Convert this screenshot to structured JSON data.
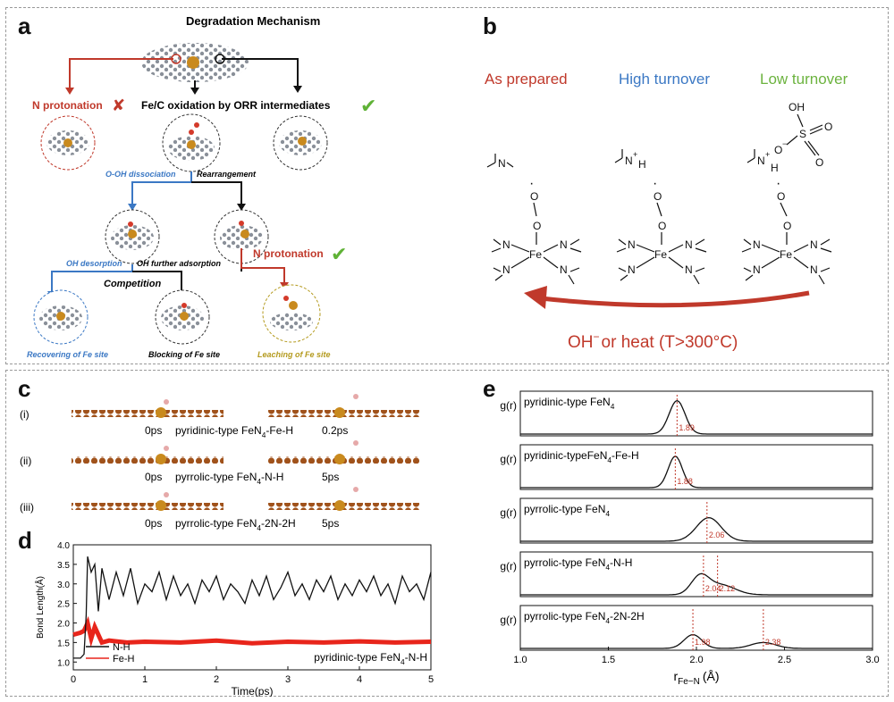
{
  "panels": {
    "a": "a",
    "b": "b",
    "c": "c",
    "d": "d",
    "e": "e"
  },
  "panel_a": {
    "title": "Degradation Mechanism",
    "n_protonation_1": "N protonation",
    "fec_oxidation": "Fe/C oxidation by ORR intermediates",
    "o_oh_dissociation": "O-OH dissociation",
    "rearrangement": "Rearrangement",
    "oh_desorption": "OH desorption",
    "oh_further": "OH further adsorption",
    "n_protonation_2": "N protonation",
    "competition": "Competition",
    "recovering": "Recovering of Fe site",
    "blocking": "Blocking of Fe site",
    "leaching": "Leaching of Fe site"
  },
  "panel_b": {
    "as_prepared": "As prepared",
    "high_turnover": "High turnover",
    "low_turnover": "Low turnover",
    "arrow_label_1": "OH",
    "arrow_label_sup": "−",
    "arrow_label_2": "or heat  (T>300°C)",
    "colors": {
      "red": "#c0392b",
      "blue": "#3b78c4",
      "green": "#6cb33f"
    }
  },
  "panel_c": {
    "rows": [
      {
        "roman": "(i)",
        "t0": "0ps",
        "label": "pyridinic-type FeN",
        "sub": "4",
        "suffix": "-Fe-H",
        "t1": "0.2ps"
      },
      {
        "roman": "(ii)",
        "t0": "0ps",
        "label": "pyrrolic-type FeN",
        "sub": "4",
        "suffix": "-N-H",
        "t1": "5ps"
      },
      {
        "roman": "(iii)",
        "t0": "0ps",
        "label": "pyrrolic-type FeN",
        "sub": "4",
        "suffix": "-2N-2H",
        "t1": "5ps"
      }
    ]
  },
  "chart_data": [
    {
      "type": "line",
      "panel": "d",
      "xlabel": "Time(ps)",
      "ylabel": "Bond Length(Å)",
      "xlim": [
        0,
        5
      ],
      "ylim": [
        0.8,
        4.0
      ],
      "xticks": [
        "0",
        "1",
        "2",
        "3",
        "4",
        "5"
      ],
      "yticks": [
        "1.0",
        "1.5",
        "2.0",
        "2.5",
        "3.0",
        "3.5",
        "4.0"
      ],
      "annotation": {
        "text": "pyridinic-type FeN",
        "sub": "4",
        "suffix": "-N-H"
      },
      "legend_position": "bottom-left",
      "series": [
        {
          "name": "N-H",
          "color": "#111111",
          "x": [
            0,
            0.1,
            0.15,
            0.18,
            0.2,
            0.25,
            0.3,
            0.35,
            0.4,
            0.5,
            0.6,
            0.7,
            0.8,
            0.9,
            1.0,
            1.1,
            1.2,
            1.3,
            1.4,
            1.5,
            1.6,
            1.7,
            1.8,
            1.9,
            2.0,
            2.1,
            2.2,
            2.3,
            2.4,
            2.5,
            2.6,
            2.7,
            2.8,
            2.9,
            3.0,
            3.1,
            3.2,
            3.3,
            3.4,
            3.5,
            3.6,
            3.7,
            3.8,
            3.9,
            4.0,
            4.1,
            4.2,
            4.3,
            4.4,
            4.5,
            4.6,
            4.7,
            4.8,
            4.9,
            5.0
          ],
          "values": [
            1.1,
            1.1,
            1.2,
            2.2,
            3.7,
            3.3,
            3.5,
            2.3,
            3.4,
            2.6,
            3.3,
            2.7,
            3.4,
            2.5,
            3.0,
            2.8,
            3.3,
            2.6,
            3.2,
            2.7,
            3.0,
            2.5,
            3.1,
            2.8,
            3.2,
            2.6,
            3.0,
            2.8,
            2.5,
            3.1,
            2.7,
            3.2,
            2.6,
            2.9,
            3.3,
            2.7,
            3.0,
            2.6,
            3.1,
            2.8,
            3.2,
            2.6,
            3.0,
            2.7,
            3.1,
            2.8,
            3.2,
            2.7,
            3.0,
            2.5,
            3.2,
            2.8,
            3.0,
            2.6,
            3.3
          ]
        },
        {
          "name": "Fe-H",
          "color": "#e8251b",
          "x": [
            0,
            0.1,
            0.15,
            0.2,
            0.25,
            0.3,
            0.4,
            0.5,
            0.75,
            1.0,
            1.5,
            2.0,
            2.5,
            3.0,
            3.5,
            4.0,
            4.5,
            5.0
          ],
          "values": [
            1.7,
            1.75,
            1.8,
            2.0,
            1.6,
            1.9,
            1.5,
            1.55,
            1.5,
            1.52,
            1.5,
            1.55,
            1.48,
            1.52,
            1.5,
            1.53,
            1.5,
            1.52
          ]
        }
      ]
    },
    {
      "type": "line",
      "panel": "e",
      "xlabel": "r",
      "xlabel_sub": "Fe−N",
      "xlabel_unit": "(Å)",
      "xlim": [
        1.0,
        3.0
      ],
      "xticks": [
        "1.0",
        "1.5",
        "2.0",
        "2.5",
        "3.0"
      ],
      "ylabel": "g(r)",
      "rows": [
        {
          "label": "pyridinic-type FeN",
          "sub": "4",
          "suffix": "",
          "peaks": [
            {
              "center": 1.89,
              "height": 0.85,
              "width": 0.045
            }
          ],
          "markers": [
            {
              "x": 1.89,
              "text": "1.89"
            }
          ]
        },
        {
          "label": "pyridinic-typeFeN",
          "sub": "4",
          "suffix": "-Fe-H",
          "peaks": [
            {
              "center": 1.88,
              "height": 0.8,
              "width": 0.04
            }
          ],
          "markers": [
            {
              "x": 1.88,
              "text": "1.88"
            }
          ]
        },
        {
          "label": "pyrrolic-type FeN",
          "sub": "4",
          "suffix": "",
          "peaks": [
            {
              "center": 2.07,
              "height": 0.6,
              "width": 0.07
            }
          ],
          "markers": [
            {
              "x": 2.06,
              "text": "2.06"
            }
          ]
        },
        {
          "label": "pyrrolic-type FeN",
          "sub": "4",
          "suffix": "-N-H",
          "peaks": [
            {
              "center": 2.02,
              "height": 0.45,
              "width": 0.05
            },
            {
              "center": 2.14,
              "height": 0.25,
              "width": 0.08
            }
          ],
          "markers": [
            {
              "x": 2.04,
              "text": "2.04"
            },
            {
              "x": 2.12,
              "text": "2.12"
            }
          ]
        },
        {
          "label": "pyrrolic-type FeN",
          "sub": "4",
          "suffix": "-2N-2H",
          "peaks": [
            {
              "center": 1.98,
              "height": 0.35,
              "width": 0.05
            },
            {
              "center": 2.38,
              "height": 0.15,
              "width": 0.07
            }
          ],
          "markers": [
            {
              "x": 1.98,
              "text": "1.98"
            },
            {
              "x": 2.38,
              "text": "2.38"
            }
          ]
        }
      ]
    }
  ]
}
